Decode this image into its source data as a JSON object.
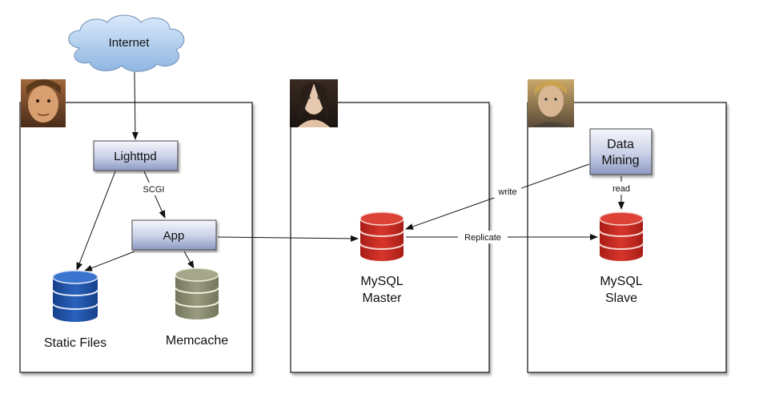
{
  "diagram": {
    "internet": {
      "label": "Internet"
    },
    "server1": {
      "proxy": {
        "label": "Lighttpd"
      },
      "app": {
        "label": "App"
      },
      "static_files": {
        "label": "Static Files"
      },
      "memcache": {
        "label": "Memcache"
      },
      "edge_proxy_app": {
        "label": "SCGI"
      }
    },
    "server2": {
      "db": {
        "label_line1": "MySQL",
        "label_line2": "Master"
      }
    },
    "server3": {
      "data_mining": {
        "label_line1": "Data",
        "label_line2": "Mining"
      },
      "db": {
        "label_line1": "MySQL",
        "label_line2": "Slave"
      },
      "edge_read": {
        "label": "read"
      }
    },
    "edges": {
      "write": {
        "label": "write"
      },
      "replicate": {
        "label": "Replicate"
      }
    },
    "colors": {
      "cloud": "#9ec3e8",
      "blue_db": "#1d4fa3",
      "gray_db": "#8a8c70",
      "red_db": "#c8281f",
      "node_box_top": "#f4f5fb",
      "node_box_bottom": "#8f9cc4"
    },
    "icons": [
      "avatar-server-1",
      "avatar-server-2",
      "avatar-server-3"
    ]
  }
}
